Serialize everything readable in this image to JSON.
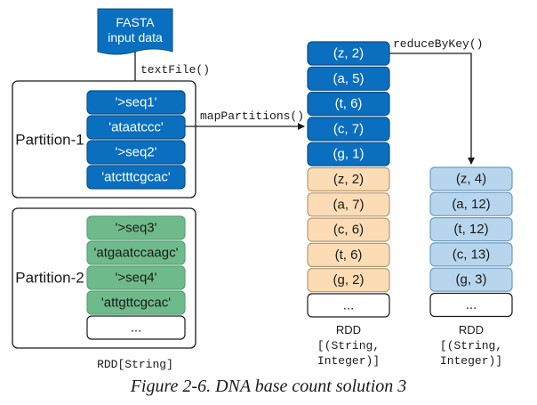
{
  "source": {
    "line1": "FASTA",
    "line2": "input data"
  },
  "edges": {
    "text_file": "textFile()",
    "map_partitions": "mapPartitions()",
    "reduce_by_key": "reduceByKey()"
  },
  "partition1": {
    "label": "Partition-1",
    "items": [
      "'>seq1'",
      "'ataatccc'",
      "'>seq2'",
      "'atctttcgcac'"
    ]
  },
  "partition2": {
    "label": "Partition-2",
    "items": [
      "'>seq3'",
      "'atgaatccaagc'",
      "'>seq4'",
      "'attgttcgcac'",
      "..."
    ]
  },
  "rdd_string": {
    "label": "RDD[String]"
  },
  "middle_rdd": {
    "items": [
      "(z, 2)",
      "(a, 5)",
      "(t, 6)",
      "(c, 7)",
      "(g, 1)",
      "(z, 2)",
      "(a, 7)",
      "(c, 6)",
      "(t, 6)",
      "(g, 2)",
      "..."
    ],
    "label_line1": "RDD",
    "label_line2": "[(String,",
    "label_line3": "Integer)]"
  },
  "right_rdd": {
    "items": [
      "(z, 4)",
      "(a, 12)",
      "(t, 12)",
      "(c, 13)",
      "(g, 3)",
      "..."
    ],
    "label_line1": "RDD",
    "label_line2": "[(String,",
    "label_line3": "Integer)]"
  },
  "caption": "Figure 2-6. DNA base count solution 3",
  "colors": {
    "blue": "#0a6fbf",
    "peach": "#fcdcb4",
    "light_blue": "#b7d6ee",
    "green": "#6fba8a",
    "green_dark": "#5aa277"
  }
}
